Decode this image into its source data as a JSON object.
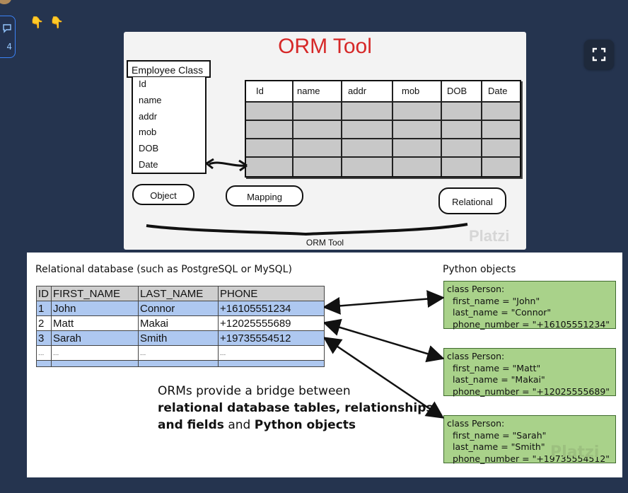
{
  "chrome": {
    "comment_count": "4",
    "reactions": [
      "👇",
      "👇"
    ]
  },
  "orm_diagram": {
    "title": "ORM Tool",
    "class_name": "Employee Class",
    "class_fields": [
      "Id",
      "name",
      "addr",
      "mob",
      "DOB",
      "Date"
    ],
    "table_headers": [
      "Id",
      "name",
      "addr",
      "mob",
      "DOB",
      "Date"
    ],
    "bubble_object": "Object",
    "bubble_mapping": "Mapping",
    "bubble_relational": "Relational",
    "caption": "ORM Tool",
    "watermark": "Platzi"
  },
  "bridge_diagram": {
    "db_label": "Relational database (such as PostgreSQL or MySQL)",
    "py_label": "Python objects",
    "table": {
      "headers": [
        "ID",
        "FIRST_NAME",
        "LAST_NAME",
        "PHONE"
      ],
      "rows": [
        [
          "1",
          "John",
          "Connor",
          "+16105551234"
        ],
        [
          "2",
          "Matt",
          "Makai",
          "+12025555689"
        ],
        [
          "3",
          "Sarah",
          "Smith",
          "+19735554512"
        ],
        [
          "...",
          "...",
          "...",
          "..."
        ]
      ]
    },
    "objects": [
      {
        "cls": "class Person:",
        "first": "first_name = \"John\"",
        "last": "last_name = \"Connor\"",
        "phone": "phone_number = \"+16105551234\""
      },
      {
        "cls": "class Person:",
        "first": "first_name = \"Matt\"",
        "last": "last_name = \"Makai\"",
        "phone": "phone_number = \"+12025555689\""
      },
      {
        "cls": "class Person:",
        "first": "first_name = \"Sarah\"",
        "last": "last_name = \"Smith\"",
        "phone": "phone_number = \"+19735554512\""
      }
    ],
    "bridge_line1": "ORMs provide a bridge between",
    "bridge_line2": "relational database tables, relationships",
    "bridge_line3_bold1": "and fields",
    "bridge_line3_plain": " and ",
    "bridge_line3_bold2": "Python objects",
    "watermark": "Platzi"
  }
}
